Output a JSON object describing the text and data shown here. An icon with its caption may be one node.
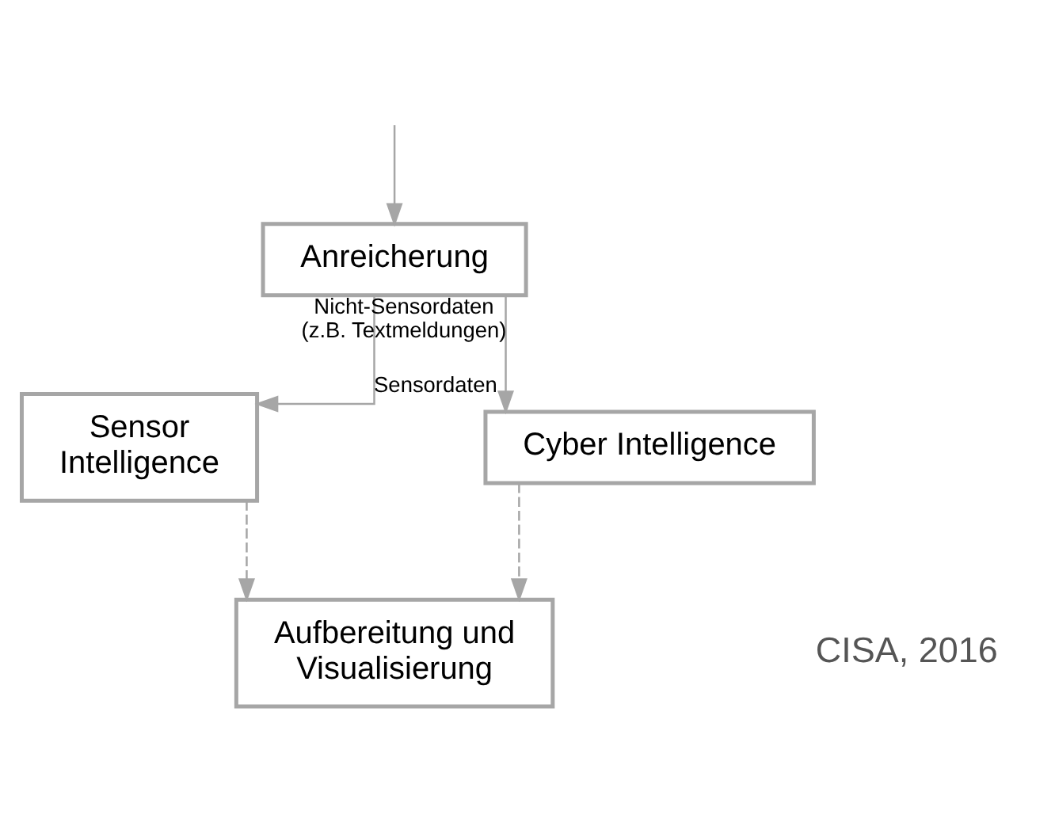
{
  "diagram": {
    "nodes": [
      {
        "text": [
          "Anreicherung"
        ]
      },
      {
        "text": [
          "Sensor Intelligence"
        ]
      },
      {
        "text": [
          "Cyber Intelligence"
        ]
      },
      {
        "text": [
          "Aufbereitung und Visualisierung"
        ]
      }
    ],
    "edges": [
      {
        "from": null,
        "to": 0,
        "arrow": "to"
      },
      {
        "from": 0,
        "to": 1,
        "arrow": "to",
        "label": "Sensordaten"
      },
      {
        "from": 0,
        "to": 2,
        "arrow": "to",
        "label": "Nicht-Sensordaten (z.B. Textmeldungen)"
      },
      {
        "from": 1,
        "to": 3,
        "arrow": "to",
        "style": "dashed"
      },
      {
        "from": 2,
        "to": 3,
        "arrow": "to",
        "style": "dashed"
      }
    ],
    "labels": [
      "CISA, 2016"
    ]
  }
}
